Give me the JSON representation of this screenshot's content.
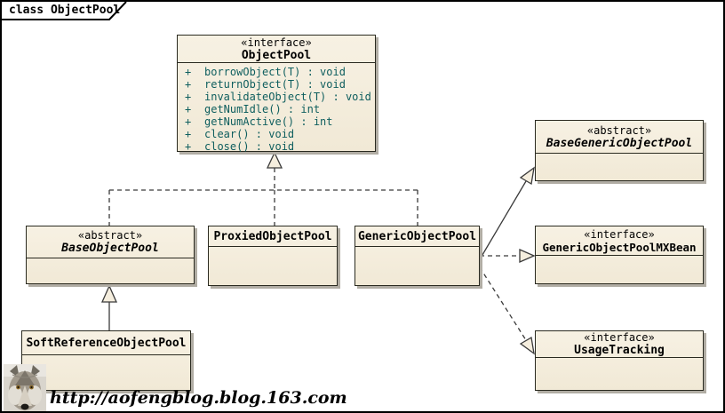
{
  "frame": {
    "label": "class ObjectPool"
  },
  "colors": {
    "box_fill": "#F5EEDE",
    "box_border": "#2A2A20",
    "connector": "#3A3A3A",
    "method_text": "#0E5E5E",
    "shadow": "#B1ADA4",
    "background": "#FFFFFF"
  },
  "classes": {
    "objectPool": {
      "stereotype": "«interface»",
      "name": "ObjectPool",
      "methods": [
        {
          "vis": "+",
          "sig": "borrowObject(T) : void"
        },
        {
          "vis": "+",
          "sig": "returnObject(T) : void"
        },
        {
          "vis": "+",
          "sig": "invalidateObject(T) : void"
        },
        {
          "vis": "+",
          "sig": "getNumIdle() : int"
        },
        {
          "vis": "+",
          "sig": "getNumActive() : int"
        },
        {
          "vis": "+",
          "sig": "clear() : void"
        },
        {
          "vis": "+",
          "sig": "close() : void"
        }
      ]
    },
    "baseObjectPool": {
      "stereotype": "«abstract»",
      "name": "BaseObjectPool"
    },
    "proxiedObjectPool": {
      "name": "ProxiedObjectPool"
    },
    "genericObjectPool": {
      "name": "GenericObjectPool"
    },
    "baseGenericObjectPool": {
      "stereotype": "«abstract»",
      "name": "BaseGenericObjectPool"
    },
    "genericObjectPoolMXBean": {
      "stereotype": "«interface»",
      "name": "GenericObjectPoolMXBean"
    },
    "usageTracking": {
      "stereotype": "«interface»",
      "name": "UsageTracking"
    },
    "softReferenceObjectPool": {
      "name": "SoftReferenceObjectPool"
    }
  },
  "relationships": [
    {
      "from": "BaseObjectPool",
      "to": "ObjectPool",
      "type": "realization"
    },
    {
      "from": "ProxiedObjectPool",
      "to": "ObjectPool",
      "type": "realization"
    },
    {
      "from": "GenericObjectPool",
      "to": "ObjectPool",
      "type": "realization"
    },
    {
      "from": "SoftReferenceObjectPool",
      "to": "BaseObjectPool",
      "type": "generalization"
    },
    {
      "from": "GenericObjectPool",
      "to": "BaseGenericObjectPool",
      "type": "generalization"
    },
    {
      "from": "GenericObjectPool",
      "to": "GenericObjectPoolMXBean",
      "type": "realization"
    },
    {
      "from": "GenericObjectPool",
      "to": "UsageTracking",
      "type": "realization"
    }
  ],
  "watermark": {
    "url": "http://aofengblog.blog.163.com"
  }
}
